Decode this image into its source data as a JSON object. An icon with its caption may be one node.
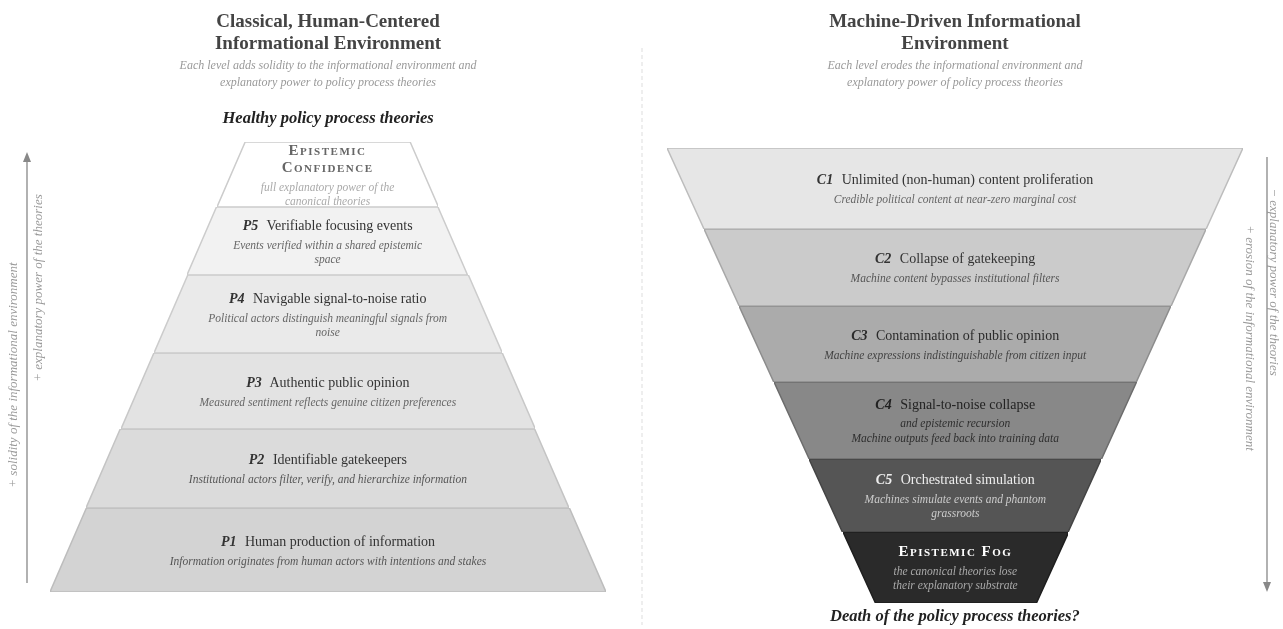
{
  "diagram": {
    "nodes": [
      {
        "text": [
          "Epistemic Confidence",
          "full explanatory power of the canonical theories"
        ]
      },
      {
        "text": [
          "**P5** Verifiable focusing events",
          "Events verified within a shared epistemic space"
        ]
      },
      {
        "text": [
          "**P4** Navigable signal-to-noise ratio",
          "Political actors distinguish meaningful signals from noise"
        ]
      },
      {
        "text": [
          "**P3** Authentic public opinion",
          "Measured sentiment reflects genuine citizen preferences"
        ]
      },
      {
        "text": [
          "**P2** Identifiable gatekeepers",
          "Institutional actors filter, verify, and hierarchize information"
        ]
      },
      {
        "text": [
          "**P1** Human production of information",
          "Information originates from human actors with intentions and stakes"
        ]
      },
      {
        "text": [
          "**C1** Unlimited (non-human) content proliferation",
          "Credible political content at near-zero marginal cost"
        ]
      },
      {
        "text": [
          "**C2** Collapse of gatekeeping",
          "Machine content bypasses institutional filters"
        ]
      },
      {
        "text": [
          "**C3** Contamination of public opinion",
          "Machine expressions indistinguishable from citizen input"
        ]
      },
      {
        "text": [
          "**C4** Signal-to-noise collapse",
          "and epistemic recursion",
          "Machine outputs feed back into training data"
        ]
      },
      {
        "text": [
          "**C5** Orchestrated simulation",
          "Machines simulate events and phantom grassroots"
        ]
      },
      {
        "text": [
          "Epistemic Fog",
          "the canonical theories lose their explanatory substrate"
        ]
      }
    ],
    "labels": [
      "Classical, Human-Centered Informational Environment",
      "Machine-Driven Informational Environment",
      "Each level adds solidity to the informational environment and explanatory power to policy process theories",
      "Each level erodes the informational environment and explanatory power of policy process theories",
      "Healthy policy process theories",
      "+ solidity of the informational environment",
      "+ explanatory power of the theories",
      "+ erosion of the informational environment",
      "− explanatory power of the theories",
      "Death of the policy process theories?"
    ]
  }
}
